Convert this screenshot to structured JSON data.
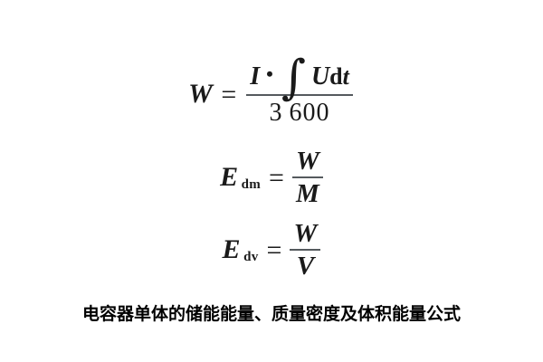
{
  "document": {
    "background_color": "#ffffff",
    "text_color": "#1a1a1a",
    "rule_color": "#555a5e"
  },
  "formulas": [
    {
      "id": "stored-energy",
      "lhs_variable": "W",
      "lhs_subscript": "",
      "equals": "=",
      "numerator": {
        "current_symbol": "I",
        "multiplication_dot": "•",
        "integral_symbol": "∫",
        "voltage_symbol": "U",
        "differential_d": "d",
        "time_symbol": "t"
      },
      "denominator": {
        "thousands": "3",
        "remainder": "600"
      },
      "plain_text": "W = (I · ∫ U dt) / 3 600"
    },
    {
      "id": "mass-energy-density",
      "lhs_variable": "E",
      "lhs_subscript": "dm",
      "equals": "=",
      "numerator_symbol": "W",
      "denominator_symbol": "M",
      "plain_text": "E_dm = W / M"
    },
    {
      "id": "volume-energy-density",
      "lhs_variable": "E",
      "lhs_subscript": "dv",
      "equals": "=",
      "numerator_symbol": "W",
      "denominator_symbol": "V",
      "plain_text": "E_dv = W / V"
    }
  ],
  "caption": {
    "text": "电容器单体的储能能量、质量密度及体积能量公式"
  }
}
